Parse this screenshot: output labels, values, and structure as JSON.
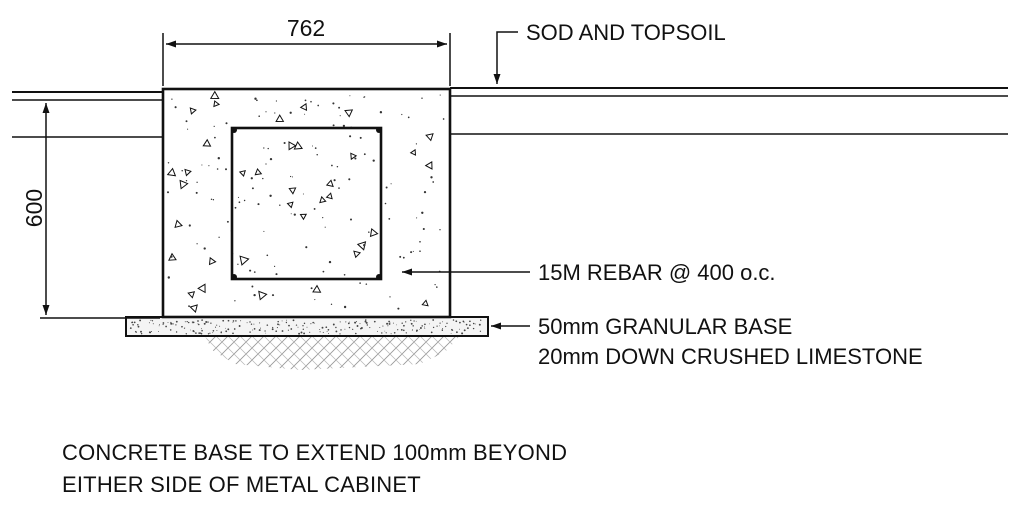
{
  "dimensions": {
    "width_label": "762",
    "depth_label": "600"
  },
  "callouts": {
    "sod": "SOD AND TOPSOIL",
    "rebar": "15M REBAR @ 400 o.c.",
    "base_line1": "50mm GRANULAR BASE",
    "base_line2": "20mm DOWN CRUSHED LIMESTONE"
  },
  "notes": {
    "line1": "CONCRETE BASE TO EXTEND 100mm BEYOND",
    "line2": "EITHER SIDE OF METAL CABINET"
  },
  "colors": {
    "ink": "#111111",
    "paper": "#ffffff"
  }
}
